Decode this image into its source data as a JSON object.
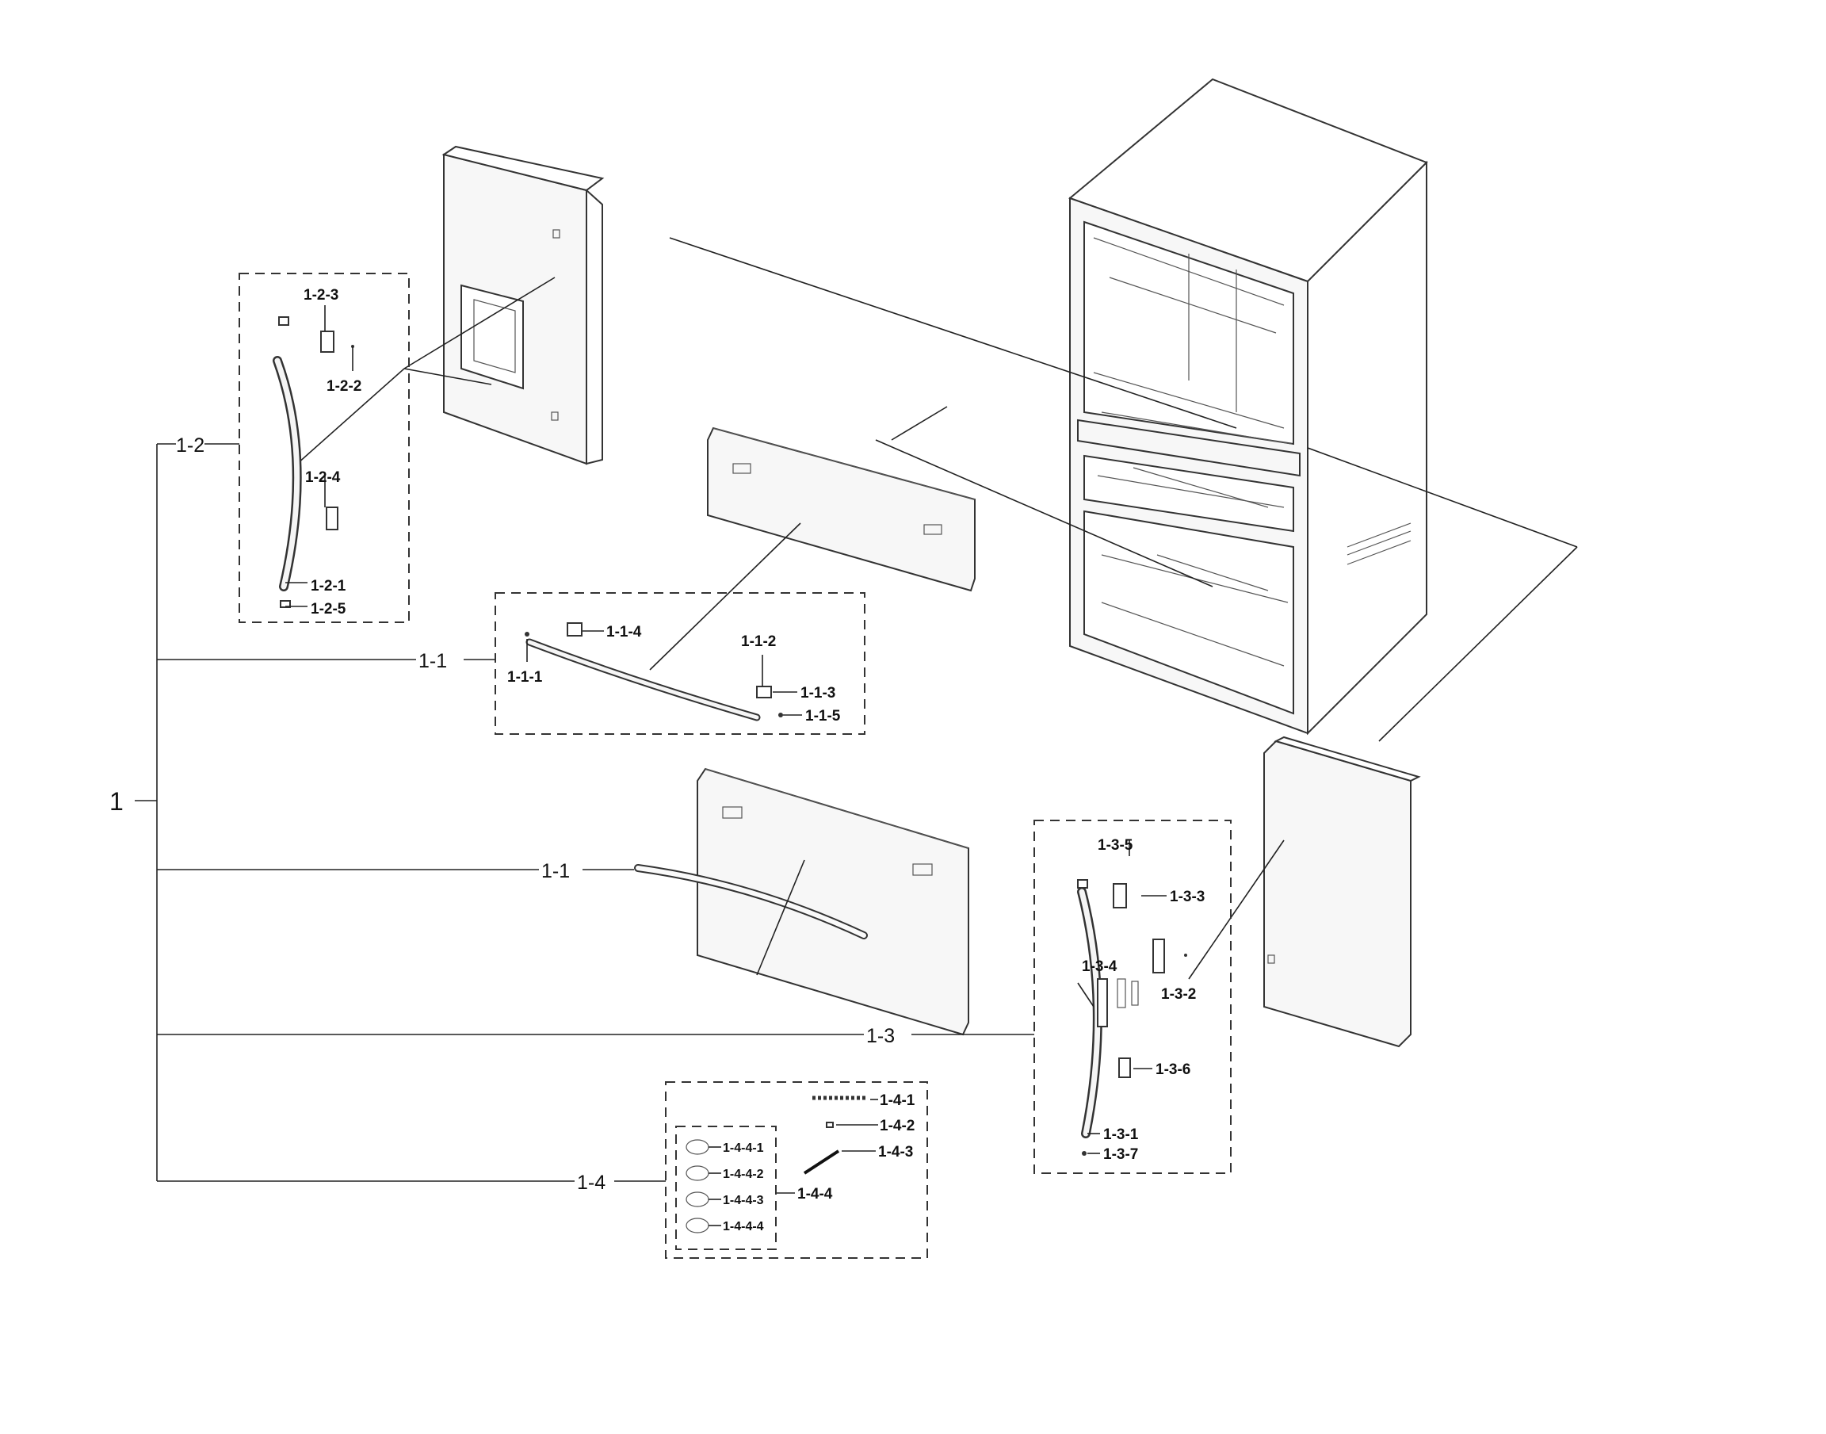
{
  "labels": {
    "root": "1",
    "group_1_2": "1-2",
    "p_1_2_1": "1-2-1",
    "p_1_2_2": "1-2-2",
    "p_1_2_3": "1-2-3",
    "p_1_2_4": "1-2-4",
    "p_1_2_5": "1-2-5",
    "group_1_1_a": "1-1",
    "group_1_1_b": "1-1",
    "p_1_1_1": "1-1-1",
    "p_1_1_2": "1-1-2",
    "p_1_1_3": "1-1-3",
    "p_1_1_4": "1-1-4",
    "p_1_1_5": "1-1-5",
    "group_1_3": "1-3",
    "p_1_3_1": "1-3-1",
    "p_1_3_2": "1-3-2",
    "p_1_3_3": "1-3-3",
    "p_1_3_4": "1-3-4",
    "p_1_3_5": "1-3-5",
    "p_1_3_6": "1-3-6",
    "p_1_3_7": "1-3-7",
    "group_1_4": "1-4",
    "p_1_4_1": "1-4-1",
    "p_1_4_2": "1-4-2",
    "p_1_4_3": "1-4-3",
    "p_1_4_4": "1-4-4",
    "p_1_4_4_1": "1-4-4-1",
    "p_1_4_4_2": "1-4-4-2",
    "p_1_4_4_3": "1-4-4-3",
    "p_1_4_4_4": "1-4-4-4"
  }
}
